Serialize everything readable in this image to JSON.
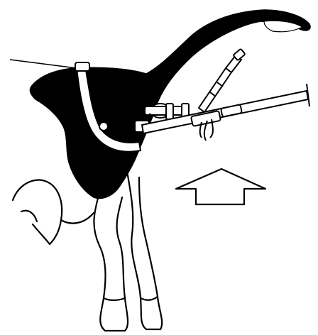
{
  "illustration": {
    "colors": {
      "ink": "#000000",
      "paper": "#ffffff"
    },
    "parts": [
      "cow-hindquarters",
      "tail",
      "pelvic-harness",
      "hip-clamp",
      "lifting-bar",
      "lift-direction-arrow"
    ]
  }
}
